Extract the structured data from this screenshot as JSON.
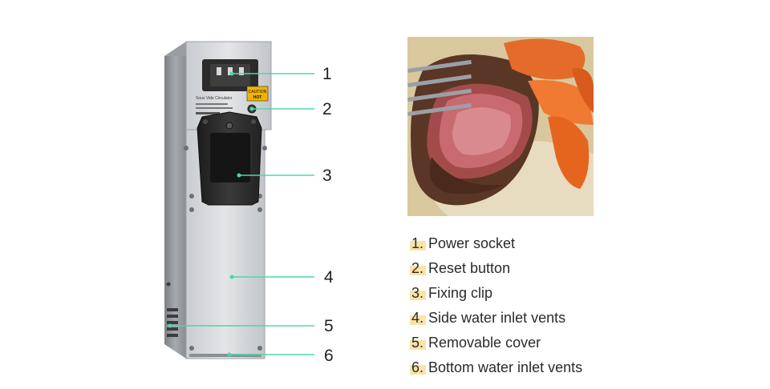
{
  "colors": {
    "callout_line": "#4cd8a8",
    "legend_highlight": "#fbe3a6",
    "housing": "#b9bcc0",
    "clip": "#2b2b2b"
  },
  "device_label": {
    "caution": "CAUTION",
    "hot": "HOT",
    "product_name": "Sous Vide Circulator"
  },
  "callouts": [
    "1",
    "2",
    "3",
    "4",
    "5",
    "6"
  ],
  "legend": [
    {
      "num": "1.",
      "text": "Power socket"
    },
    {
      "num": "2.",
      "text": "Reset button"
    },
    {
      "num": "3.",
      "text": "Fixing clip"
    },
    {
      "num": "4.",
      "text": "Side water inlet vents"
    },
    {
      "num": "5.",
      "text": "Removable cover"
    },
    {
      "num": "6.",
      "text": "Bottom water inlet vents"
    }
  ]
}
